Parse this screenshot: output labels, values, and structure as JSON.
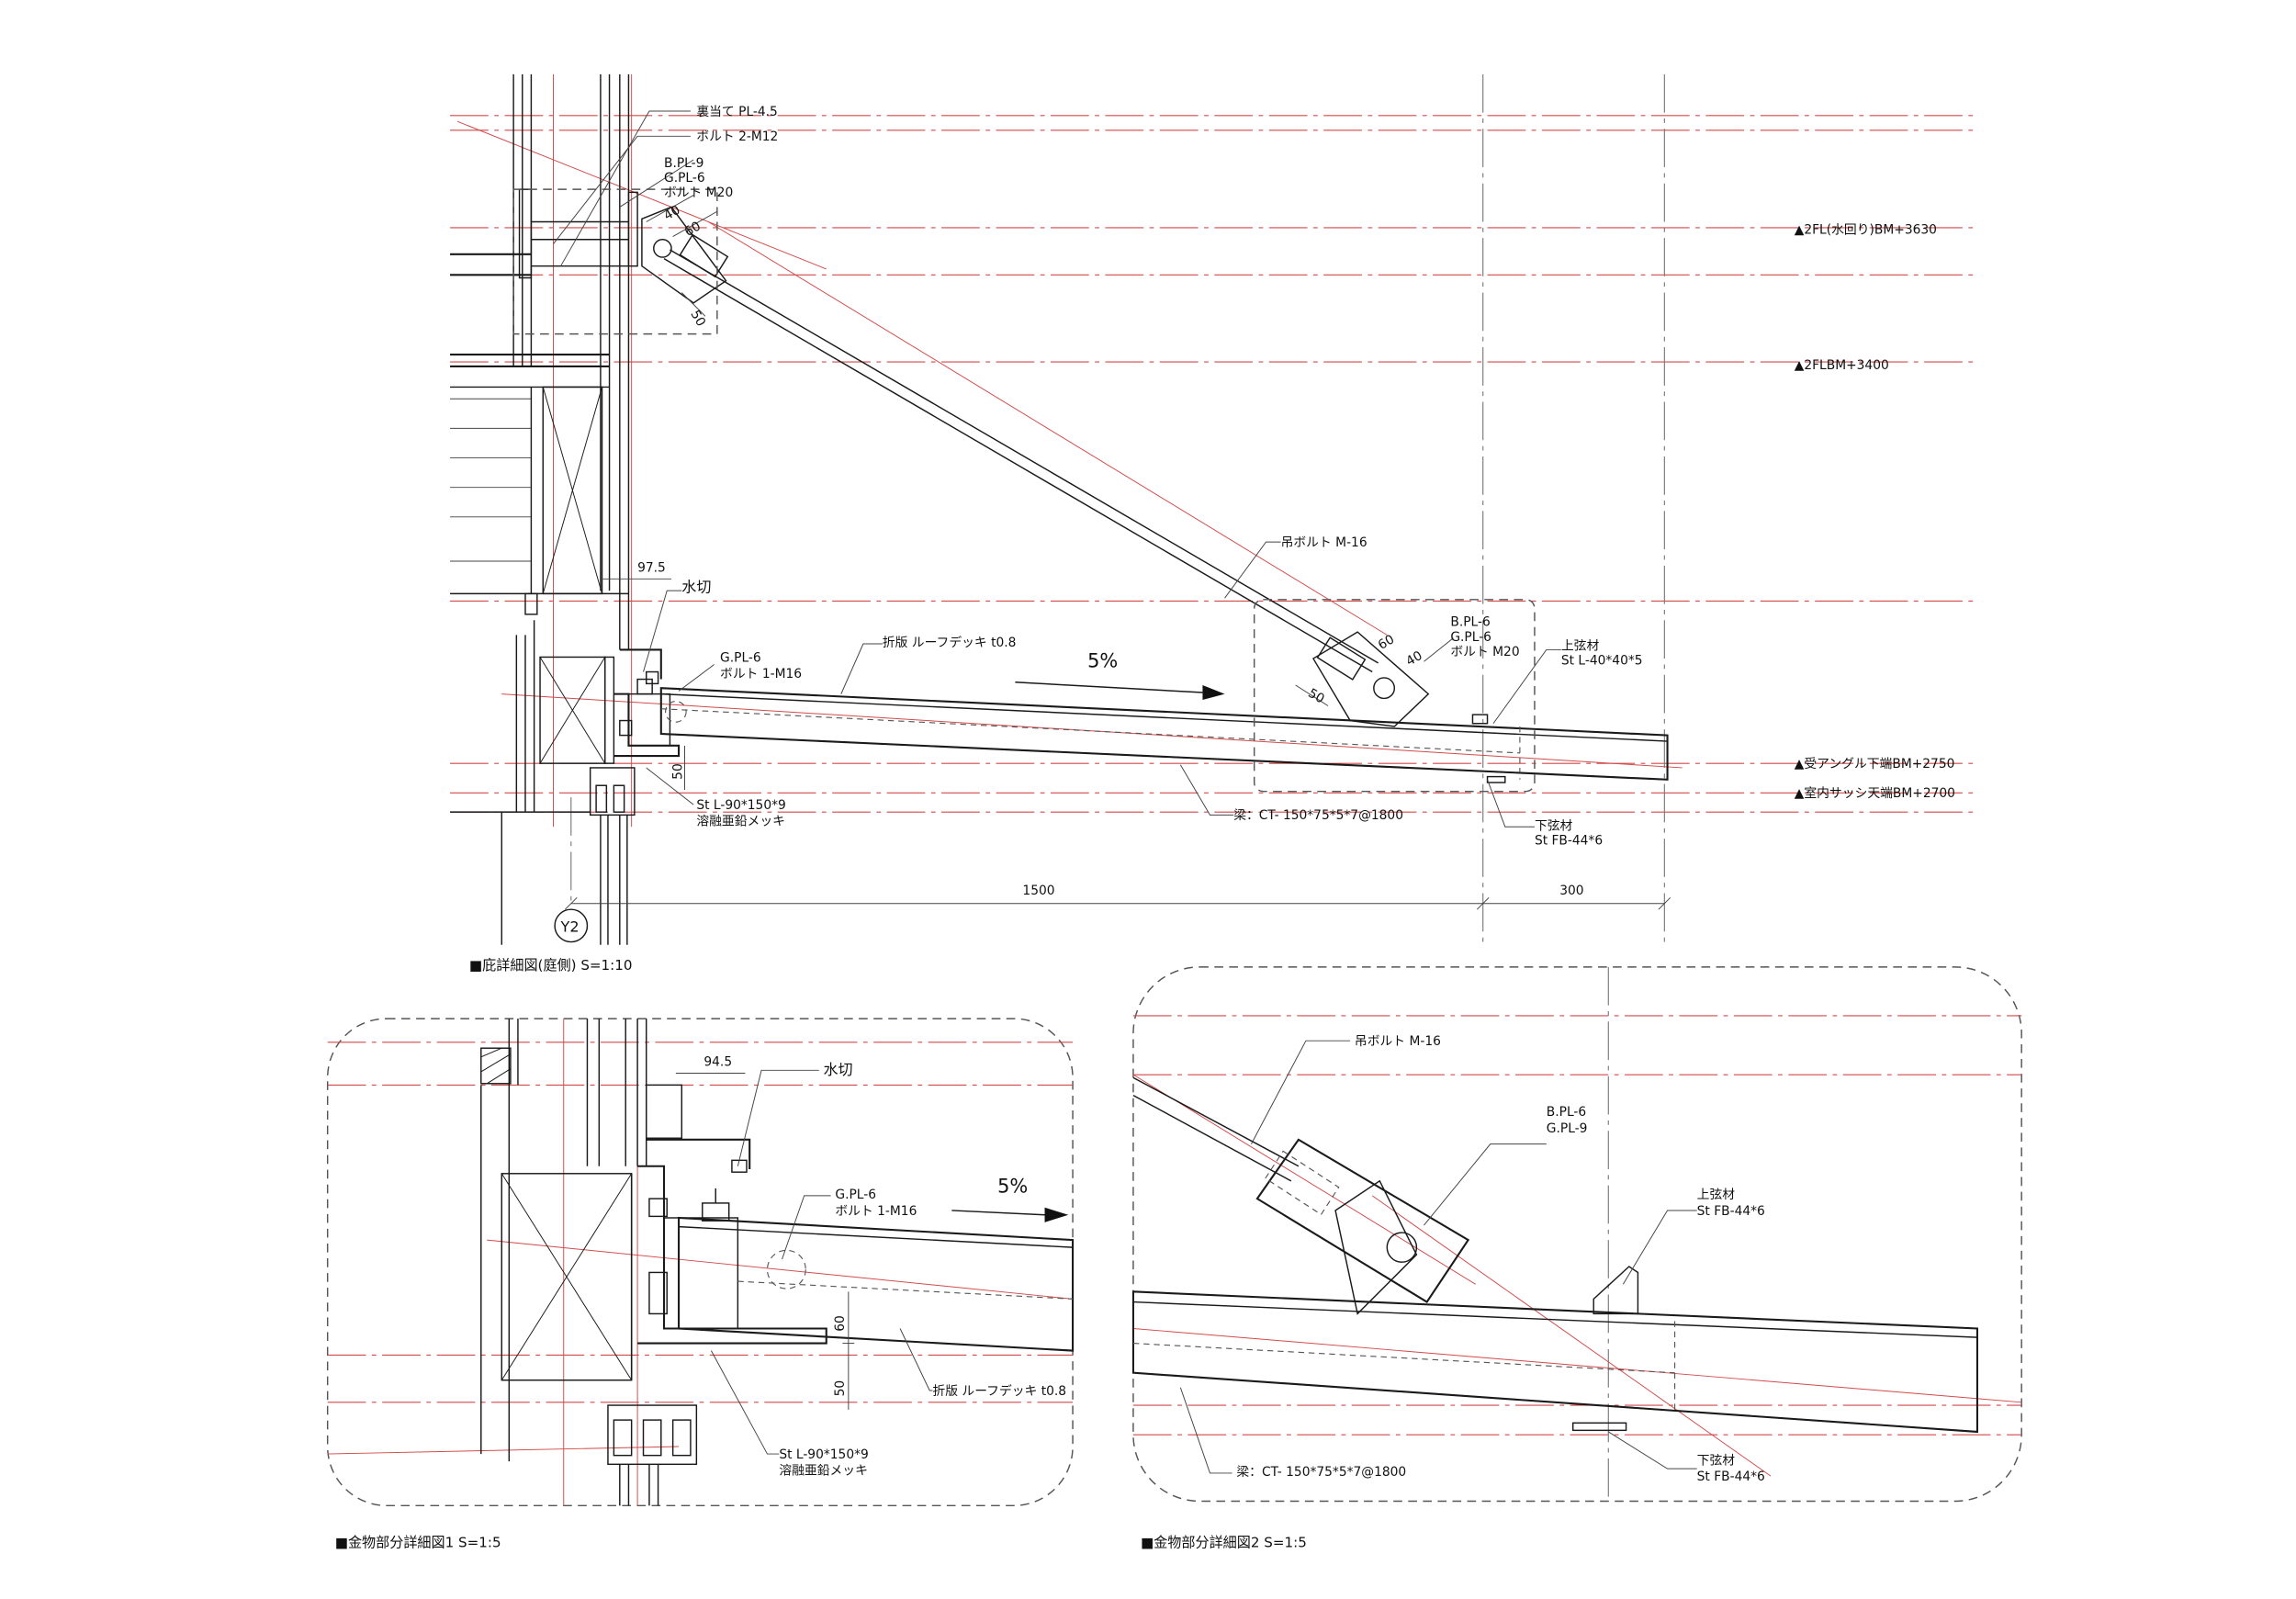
{
  "titles": {
    "main": "■庇詳細図(庭側) S=1:10",
    "detail1": "■金物部分詳細図1 S=1:5",
    "detail2": "■金物部分詳細図2 S=1:5"
  },
  "levels": [
    {
      "text": "▲2FL(水回り)BM+3630"
    },
    {
      "text": "▲2FLBM+3400"
    },
    {
      "text": "▲受アングル下端BM+2750"
    },
    {
      "text": "▲室内サッシ天端BM+2700"
    }
  ],
  "grid_label": "Y2",
  "main_labels": {
    "backing_plate": "裏当て PL-4.5",
    "bolt_2m12": "ボルト 2-M12",
    "bpl9": "B.PL-9",
    "gpl6_top": "G.PL-6",
    "bolt_m20_top": "ボルト M20",
    "hanger_bolt": "吊ボルト M-16",
    "bpl6": "B.PL-6",
    "gpl6_mid": "G.PL-6",
    "bolt_m20_mid": "ボルト M20",
    "upper_chord": "上弦材",
    "upper_chord_spec": "St L-40*40*5",
    "flashing": "水切",
    "gpl6_left": "G.PL-6",
    "bolt_1m16": "ボルト 1-M16",
    "roof_deck": "折版 ルーフデッキ t0.8",
    "slope": "5%",
    "angle": "St L-90*150*9",
    "galvanized": "溶融亜鉛メッキ",
    "beam": "梁：CT- 150*75*5*7@1800",
    "lower_chord": "下弦材",
    "lower_chord_spec": "St FB-44*6"
  },
  "main_dims": {
    "d40_top": "40",
    "d60_top": "60",
    "d50_top": "50",
    "d97_5": "97.5",
    "d60_mid": "60",
    "d40_mid": "40",
    "d50_mid": "50",
    "d50_left": "50",
    "d1500": "1500",
    "d300": "300"
  },
  "detail1": {
    "d94_5": "94.5",
    "flashing": "水切",
    "gpl6": "G.PL-6",
    "bolt_1m16": "ボルト 1-M16",
    "slope": "5%",
    "d60": "60",
    "d50": "50",
    "roof_deck": "折版 ルーフデッキ t0.8",
    "angle": "St L-90*150*9",
    "galvanized": "溶融亜鉛メッキ"
  },
  "detail2": {
    "hanger_bolt": "吊ボルト M-16",
    "bpl6": "B.PL-6",
    "gpl9": "G.PL-9",
    "upper_chord": "上弦材",
    "upper_chord_spec": "St FB-44*6",
    "lower_chord": "下弦材",
    "lower_chord_spec": "St FB-44*6",
    "beam": "梁：CT- 150*75*5*7@1800"
  }
}
